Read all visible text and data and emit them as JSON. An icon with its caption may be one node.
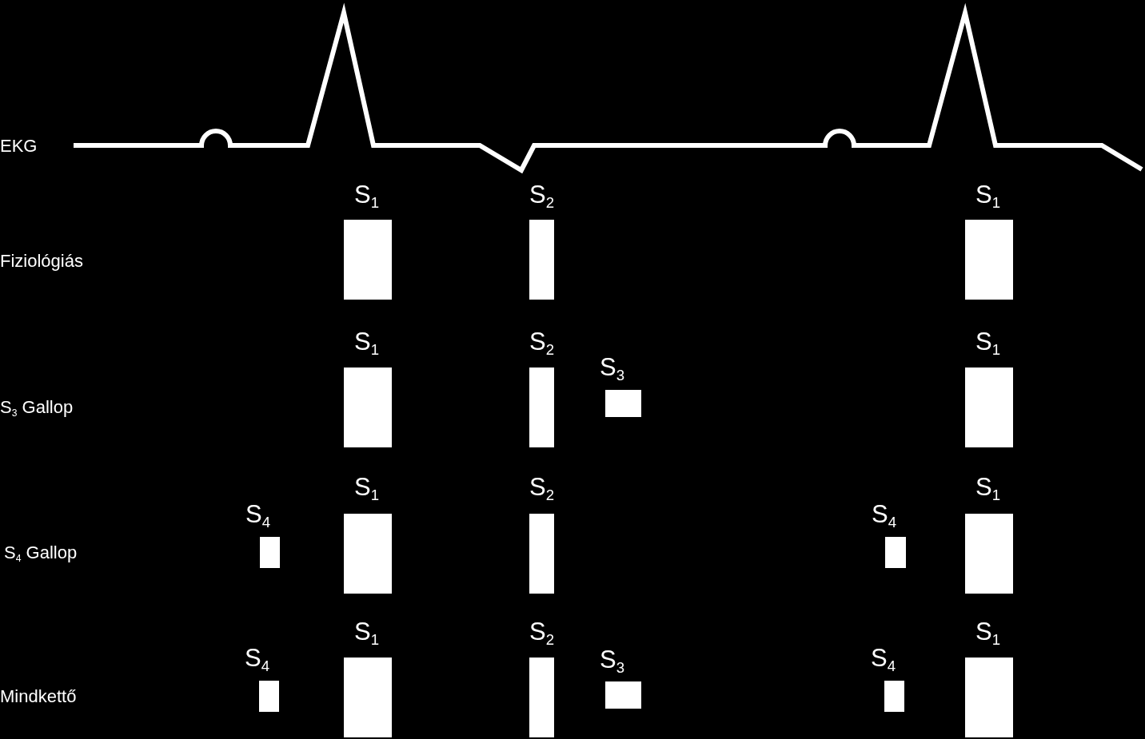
{
  "diagram": {
    "nodes": [
      {
        "text": [
          "S$_{1}$"
        ]
      },
      {
        "text": [
          "S$_{2}$"
        ]
      },
      {
        "text": [
          "S$_{1}$"
        ]
      },
      {
        "text": [
          "S$_{1}$"
        ]
      },
      {
        "text": [
          "S$_{2}$"
        ]
      },
      {
        "text": [
          "S$_{3}$"
        ]
      },
      {
        "text": [
          "S$_{1}$"
        ]
      },
      {
        "text": [
          "S$_{4}$"
        ]
      },
      {
        "text": [
          "S$_{1}$"
        ]
      },
      {
        "text": [
          "S$_{2}$"
        ]
      },
      {
        "text": [
          "S$_{4}$"
        ]
      },
      {
        "text": [
          "S$_{1}$"
        ]
      },
      {
        "text": [
          "S$_{4}$"
        ]
      },
      {
        "text": [
          "S$_{1}$"
        ]
      },
      {
        "text": [
          "S$_{2}$"
        ]
      },
      {
        "text": [
          "S$_{3}$"
        ]
      },
      {
        "text": [
          "S$_{4}$"
        ]
      },
      {
        "text": [
          "S$_{1}$"
        ]
      }
    ],
    "labels": [
      "EKG",
      "Fiziológiás",
      "S$_{3}$ Gallop",
      "S$_{4}$ Gallop",
      "Mindkettő"
    ]
  }
}
